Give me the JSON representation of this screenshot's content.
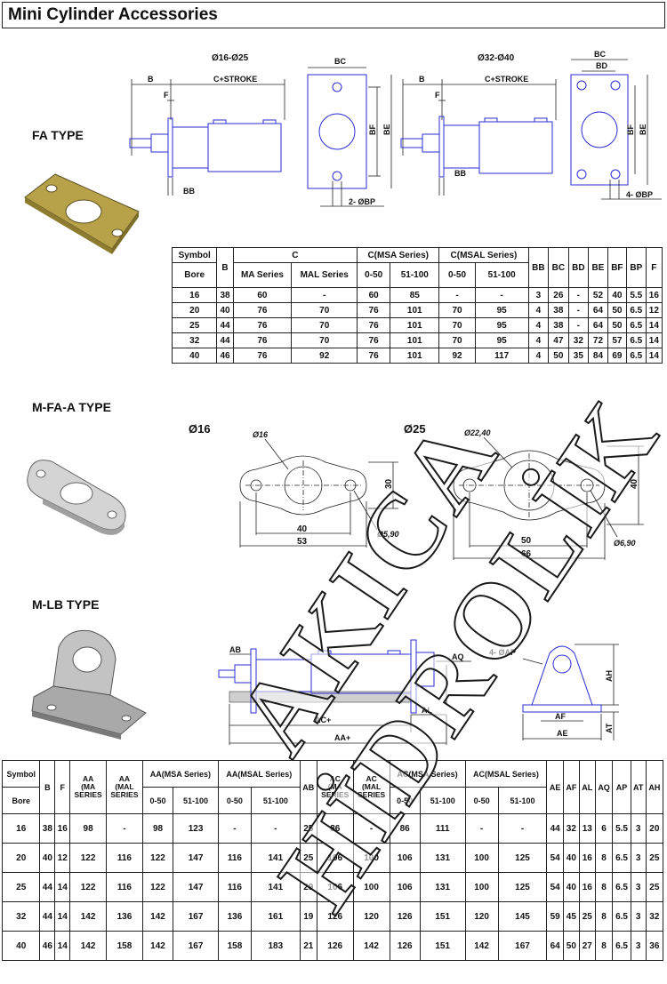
{
  "title": "Mini Cylinder Accessories",
  "sections": {
    "fa": "FA TYPE",
    "mfaa": "M-FA-A TYPE",
    "mlb": "M-LB TYPE"
  },
  "fa_drawing": {
    "left_title": "Ø16-Ø25",
    "right_title": "Ø32-Ø40",
    "b": "B",
    "f": "F",
    "c_stroke": "C+STROKE",
    "bb": "BB",
    "bc": "BC",
    "bd": "BD",
    "bf": "BF",
    "be": "BE",
    "bp_left": "2- ØBP",
    "bp_right": "4- ØBP"
  },
  "mfaa_drawing": {
    "d16": "Ø16",
    "d25": "Ø25",
    "hole16": "Ø16",
    "h30": "30",
    "w40": "40",
    "w53": "53",
    "small16": "Ø5,90",
    "hole25": "Ø22,40",
    "h40": "40",
    "w50": "50",
    "w66": "66",
    "small25": "Ø6,90"
  },
  "mlb_drawing": {
    "ab": "AB",
    "aq": "AQ",
    "al": "AL",
    "ac": "AC+",
    "aa": "AA+",
    "ap": "4- ØAP",
    "ah": "AH",
    "af": "AF",
    "ae": "AE",
    "at": "AT"
  },
  "table_fa": {
    "headers": {
      "symbol": "Symbol",
      "bore": "Bore",
      "b": "B",
      "c": "C",
      "ma": "MA Series",
      "mal": "MAL Series",
      "cmsa": "C(MSA Series)",
      "cmsal": "C(MSAL Series)",
      "r1": "0-50",
      "r2": "51-100",
      "r3": "0-50",
      "r4": "51-100",
      "bb": "BB",
      "bc": "BC",
      "bd": "BD",
      "be": "BE",
      "bf": "BF",
      "bp": "BP",
      "f": "F"
    },
    "rows": [
      [
        "16",
        "38",
        "60",
        "-",
        "60",
        "85",
        "-",
        "-",
        "3",
        "26",
        "-",
        "52",
        "40",
        "5.5",
        "16"
      ],
      [
        "20",
        "40",
        "76",
        "70",
        "76",
        "101",
        "70",
        "95",
        "4",
        "38",
        "-",
        "64",
        "50",
        "6.5",
        "12"
      ],
      [
        "25",
        "44",
        "76",
        "70",
        "76",
        "101",
        "70",
        "95",
        "4",
        "38",
        "-",
        "64",
        "50",
        "6.5",
        "14"
      ],
      [
        "32",
        "44",
        "76",
        "70",
        "76",
        "101",
        "70",
        "95",
        "4",
        "47",
        "32",
        "72",
        "57",
        "6.5",
        "14"
      ],
      [
        "40",
        "46",
        "76",
        "92",
        "76",
        "101",
        "92",
        "117",
        "4",
        "50",
        "35",
        "84",
        "69",
        "6.5",
        "14"
      ]
    ]
  },
  "table_mlb": {
    "headers": {
      "symbol": "Symbol",
      "bore": "Bore",
      "b": "B",
      "f": "F",
      "aa_ma_1": "AA",
      "aa_ma_2": "(MA",
      "aa_ma_3": "SERIES",
      "aa_mal_1": "AA",
      "aa_mal_2": "(MAL",
      "aa_mal_3": "SERIES",
      "aa_msa": "AA(MSA Series)",
      "aa_msal": "AA(MSAL Series)",
      "ab": "AB",
      "ac_ma_1": "AC",
      "ac_ma_2": "(MA",
      "ac_ma_3": "SERIES",
      "ac_mal_1": "AC",
      "ac_mal_2": "(MAL",
      "ac_mal_3": "SERIES",
      "ac_msa": "AC(MSA Series)",
      "ac_msal": "AC(MSAL Series)",
      "r1": "0-50",
      "r2": "51-100",
      "r3": "0-50",
      "r4": "51-100",
      "r5": "0-50",
      "r6": "51-100",
      "r7": "0-50",
      "r8": "51-100",
      "ae": "AE",
      "af": "AF",
      "al": "AL",
      "aq": "AQ",
      "ap": "AP",
      "at": "AT",
      "ah": "AH"
    },
    "rows": [
      [
        "16",
        "38",
        "16",
        "98",
        "-",
        "98",
        "123",
        "-",
        "-",
        "25",
        "86",
        "-",
        "86",
        "111",
        "-",
        "-",
        "44",
        "32",
        "13",
        "6",
        "5.5",
        "3",
        "20"
      ],
      [
        "20",
        "40",
        "12",
        "122",
        "116",
        "122",
        "147",
        "116",
        "141",
        "25",
        "106",
        "100",
        "106",
        "131",
        "100",
        "125",
        "54",
        "40",
        "16",
        "8",
        "6.5",
        "3",
        "25"
      ],
      [
        "25",
        "44",
        "14",
        "122",
        "116",
        "122",
        "147",
        "116",
        "141",
        "29",
        "106",
        "100",
        "106",
        "131",
        "100",
        "125",
        "54",
        "40",
        "16",
        "8",
        "6.5",
        "3",
        "25"
      ],
      [
        "32",
        "44",
        "14",
        "142",
        "136",
        "142",
        "167",
        "136",
        "161",
        "19",
        "126",
        "120",
        "126",
        "151",
        "120",
        "145",
        "59",
        "45",
        "25",
        "8",
        "6.5",
        "3",
        "32"
      ],
      [
        "40",
        "46",
        "14",
        "142",
        "158",
        "142",
        "167",
        "158",
        "183",
        "21",
        "126",
        "142",
        "126",
        "151",
        "142",
        "167",
        "64",
        "50",
        "27",
        "8",
        "6.5",
        "3",
        "36"
      ]
    ]
  },
  "watermark": "AKICA HİDROLİK"
}
